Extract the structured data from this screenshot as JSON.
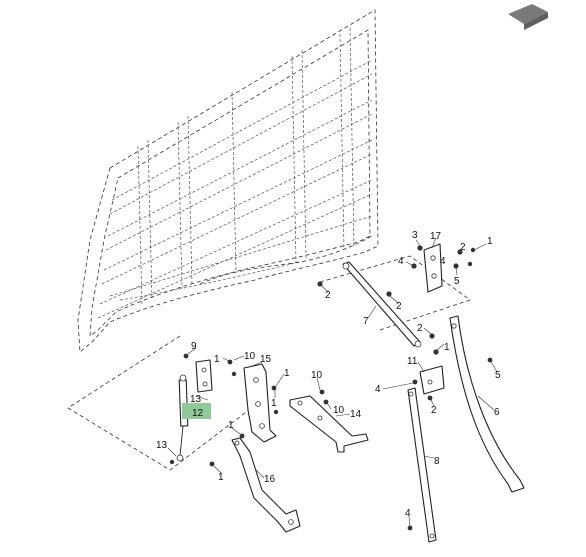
{
  "diagram": {
    "callouts": [
      {
        "id": "1a",
        "label": "1"
      },
      {
        "id": "2a",
        "label": "2"
      },
      {
        "id": "3a",
        "label": "3"
      },
      {
        "id": "4a",
        "label": "4"
      },
      {
        "id": "4b",
        "label": "4"
      },
      {
        "id": "5a",
        "label": "5"
      },
      {
        "id": "17a",
        "label": "17"
      },
      {
        "id": "2b",
        "label": "2"
      },
      {
        "id": "2c",
        "label": "2"
      },
      {
        "id": "7a",
        "label": "7"
      },
      {
        "id": "2d",
        "label": "2"
      },
      {
        "id": "1b",
        "label": "1"
      },
      {
        "id": "11a",
        "label": "11"
      },
      {
        "id": "5b",
        "label": "5"
      },
      {
        "id": "4c",
        "label": "4"
      },
      {
        "id": "2e",
        "label": "2"
      },
      {
        "id": "6a",
        "label": "6"
      },
      {
        "id": "8a",
        "label": "8"
      },
      {
        "id": "4d",
        "label": "4"
      },
      {
        "id": "9a",
        "label": "9"
      },
      {
        "id": "1c",
        "label": "1"
      },
      {
        "id": "10a",
        "label": "10"
      },
      {
        "id": "15a",
        "label": "15"
      },
      {
        "id": "1d",
        "label": "1"
      },
      {
        "id": "1e",
        "label": "1"
      },
      {
        "id": "13a",
        "label": "13"
      },
      {
        "id": "12a",
        "label": "12"
      },
      {
        "id": "10b",
        "label": "10"
      },
      {
        "id": "10c",
        "label": "10"
      },
      {
        "id": "14a",
        "label": "14"
      },
      {
        "id": "1f",
        "label": "1"
      },
      {
        "id": "13b",
        "label": "13"
      },
      {
        "id": "16a",
        "label": "16"
      },
      {
        "id": "1g",
        "label": "1"
      }
    ],
    "highlight_color": "#8fc99a"
  }
}
